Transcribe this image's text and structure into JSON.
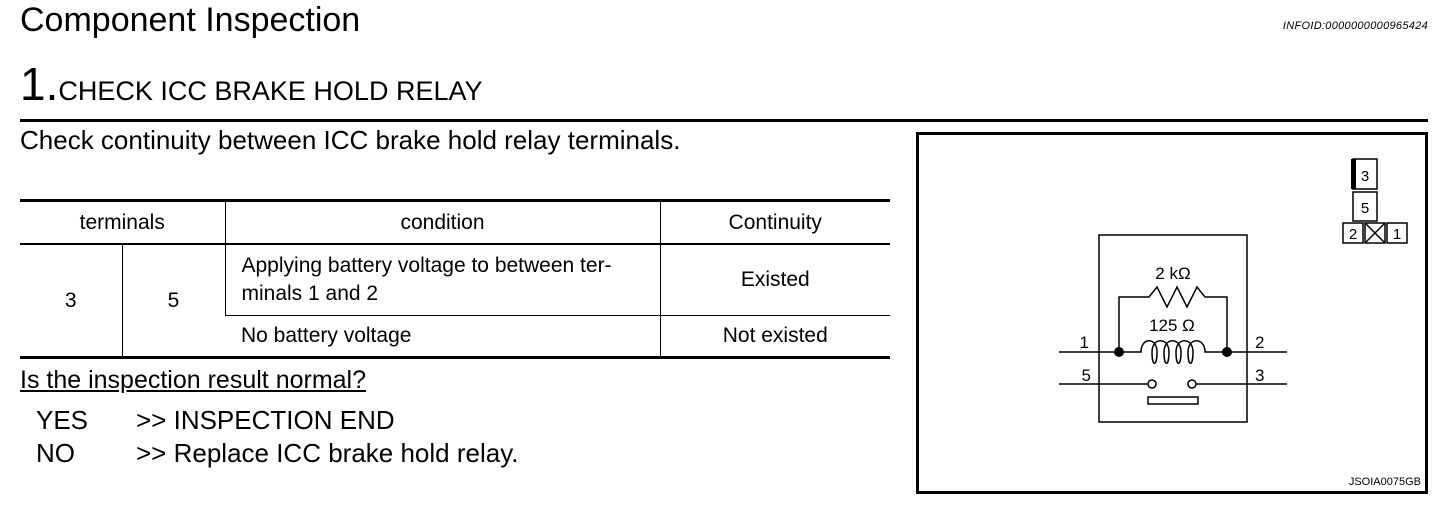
{
  "header": {
    "title": "Component Inspection",
    "info_id": "INFOID:0000000000965424"
  },
  "step": {
    "number": "1.",
    "heading": "CHECK ICC BRAKE HOLD RELAY"
  },
  "instruction": "Check continuity between ICC brake hold relay terminals.",
  "table": {
    "headers": {
      "terminals": "terminals",
      "condition": "condition",
      "continuity": "Continuity"
    },
    "terminal_a": "3",
    "terminal_b": "5",
    "rows": [
      {
        "condition_line1": "Applying battery voltage to between ter-",
        "condition_line2": "minals 1 and 2",
        "continuity": "Existed"
      },
      {
        "condition": "No battery voltage",
        "continuity": "Not existed"
      }
    ]
  },
  "question": "Is the inspection result normal?",
  "answers": [
    {
      "key": "YES",
      "text": ">> INSPECTION END"
    },
    {
      "key": "NO",
      "text": ">> Replace ICC brake hold relay."
    }
  ],
  "figure": {
    "resistor_label": "2 kΩ",
    "coil_label": "125 Ω",
    "pins": {
      "p1": "1",
      "p2": "2",
      "p3": "3",
      "p5": "5"
    },
    "connector_pins": {
      "top": "3",
      "middle": "5",
      "left": "2",
      "right": "1"
    },
    "code": "JSOIA0075GB"
  }
}
